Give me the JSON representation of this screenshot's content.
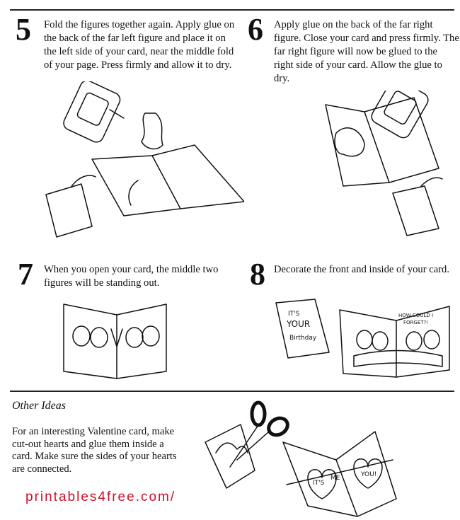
{
  "steps": [
    {
      "number": "5",
      "text": "Fold the figures together again. Apply glue on the back of the far left figure and place it on the left side of your card, near the middle fold of your page. Press firmly and allow it to dry."
    },
    {
      "number": "6",
      "text": "Apply glue on the back of the far right figure. Close your card and press firmly. The far right figure will now be glued to the right side of your card. Allow the glue to dry."
    },
    {
      "number": "7",
      "text": "When you open your card, the middle two figures will be standing out."
    },
    {
      "number": "8",
      "text": "Decorate the front and inside of your card."
    }
  ],
  "illustration_text": {
    "birthday_card": [
      "IT'S",
      "YOUR",
      "Birthday"
    ],
    "speech": [
      "HOW COULD I",
      "FORGET?!"
    ],
    "hearts": [
      "IT'S",
      "ME",
      "YOU!"
    ]
  },
  "other_ideas": {
    "title": "Other Ideas",
    "text": "For an interesting Valentine card, make cut-out hearts and glue them inside a card. Make sure the sides of your hearts are connected."
  },
  "footer": {
    "url": "printables4free.com/",
    "color": "#c8102e"
  }
}
